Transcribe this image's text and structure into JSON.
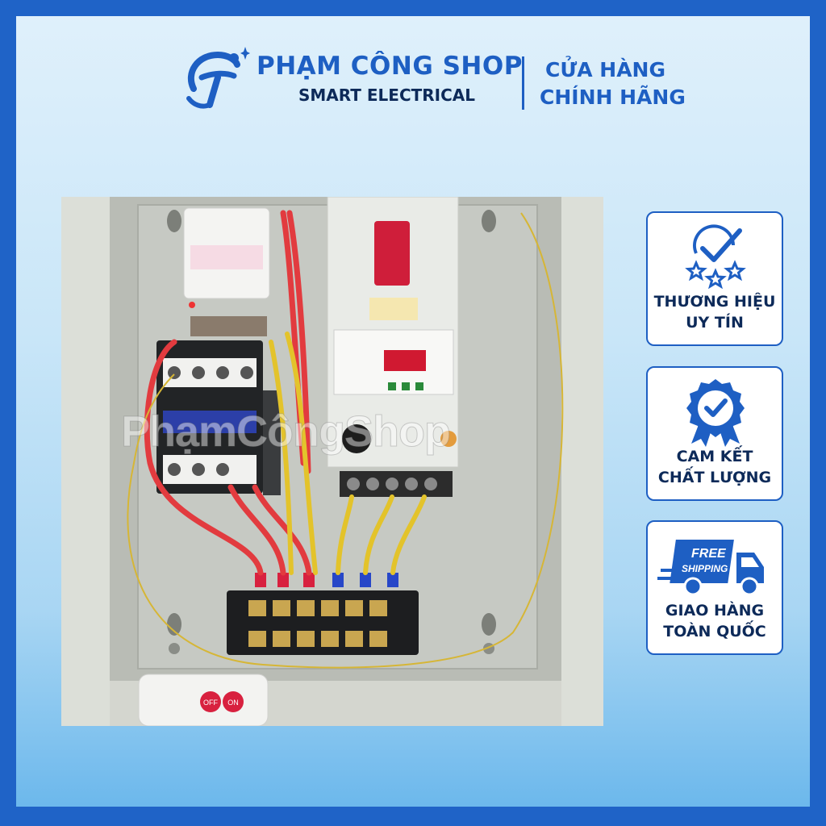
{
  "header": {
    "brand_name": "PHẠM CÔNG SHOP",
    "brand_tagline": "SMART ELECTRICAL",
    "store_line1": "CỬA HÀNG",
    "store_line2": "CHÍNH HÃNG"
  },
  "photo": {
    "watermark": "PhạmCôngShop",
    "remote_off_label": "OFF",
    "remote_on_label": "ON"
  },
  "badges": [
    {
      "icon": "stars-check-icon",
      "line1": "THƯƠNG HIỆU",
      "line2": "UY TÍN"
    },
    {
      "icon": "quality-seal-icon",
      "line1": "CAM KẾT",
      "line2": "CHẤT LƯỢNG"
    },
    {
      "icon": "delivery-truck-icon",
      "truck_line1": "FREE",
      "truck_line2": "SHIPPING",
      "line1": "GIAO HÀNG",
      "line2": "TOÀN QUỐC"
    }
  ],
  "colors": {
    "brand_blue": "#1e5fc3",
    "dark_navy": "#0d2a59",
    "border_blue": "#1f63c7"
  }
}
